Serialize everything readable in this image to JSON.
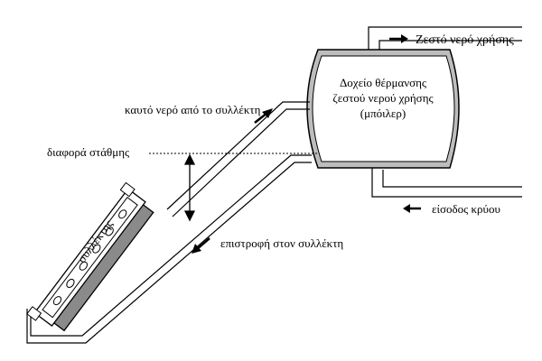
{
  "diagram": {
    "labels": {
      "hot_water_out": "Ζεστό νερό χρήσης",
      "tank_line1": "Δοχείο θέρμανσης",
      "tank_line2": "ζεστού νερού χρήσης",
      "tank_line3": "(μπόιλερ)",
      "hot_from_collector": "καυτό νερό από το συλλέκτη",
      "level_difference": "διαφορά στάθμης",
      "collector": "συλλέκτης",
      "cold_inlet": "είσοδος κρύου",
      "return_to_collector": "επιστροφή στον συλλέκτη"
    },
    "colors": {
      "line": "#000000",
      "tank_fill": "#bdbdbd",
      "absorber_fill": "#8a8a8a",
      "background": "#ffffff"
    }
  }
}
